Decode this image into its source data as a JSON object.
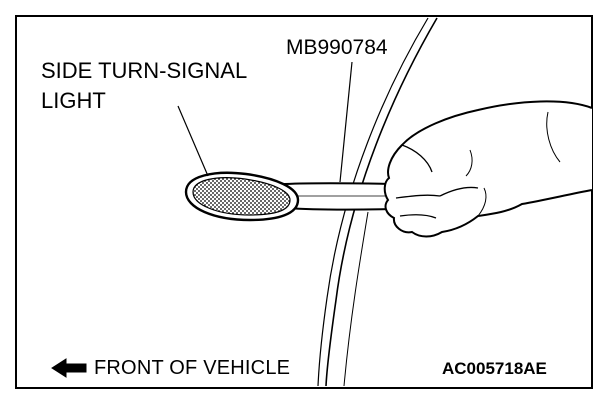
{
  "labels": {
    "part_line1": "SIDE TURN-SIGNAL",
    "part_line2": "LIGHT",
    "tool": "MB990784",
    "direction": "FRONT OF VEHICLE",
    "figure_code": "AC005718AE"
  },
  "icons": {
    "direction_arrow": "left-arrow-icon"
  },
  "colors": {
    "line": "#000000",
    "background": "#ffffff"
  }
}
